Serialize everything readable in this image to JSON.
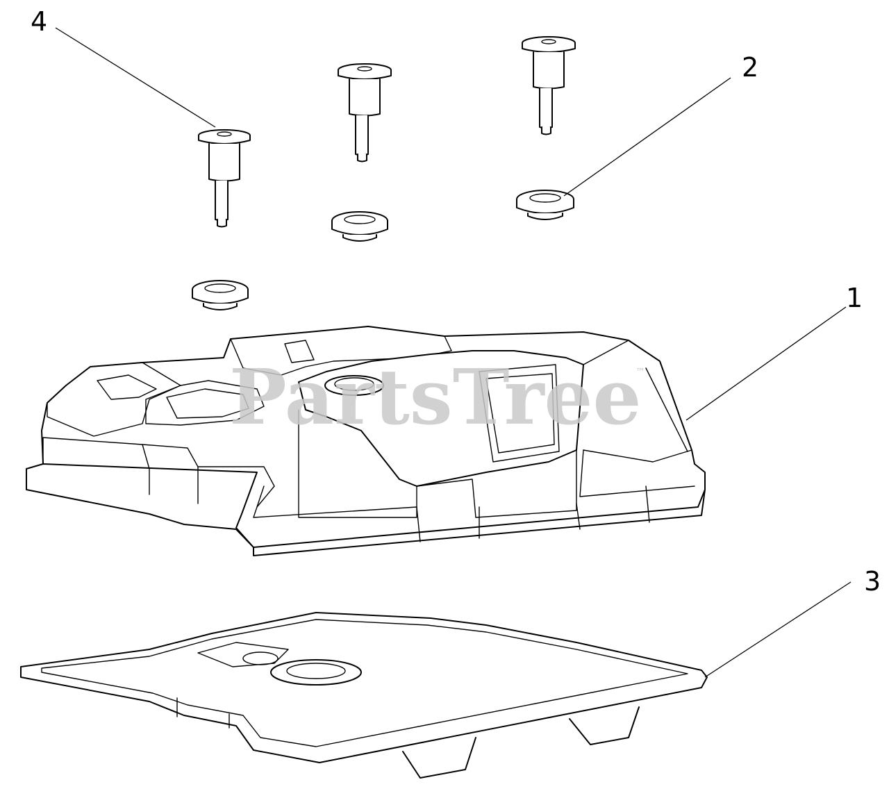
{
  "diagram": {
    "callouts": [
      {
        "id": "1",
        "label": "1"
      },
      {
        "id": "2",
        "label": "2"
      },
      {
        "id": "3",
        "label": "3"
      },
      {
        "id": "4",
        "label": "4"
      }
    ],
    "watermark": {
      "text": "PartsTree",
      "trademark": "™",
      "color": "#c9c9c9"
    },
    "line_color": "#000000",
    "background": "#ffffff"
  }
}
